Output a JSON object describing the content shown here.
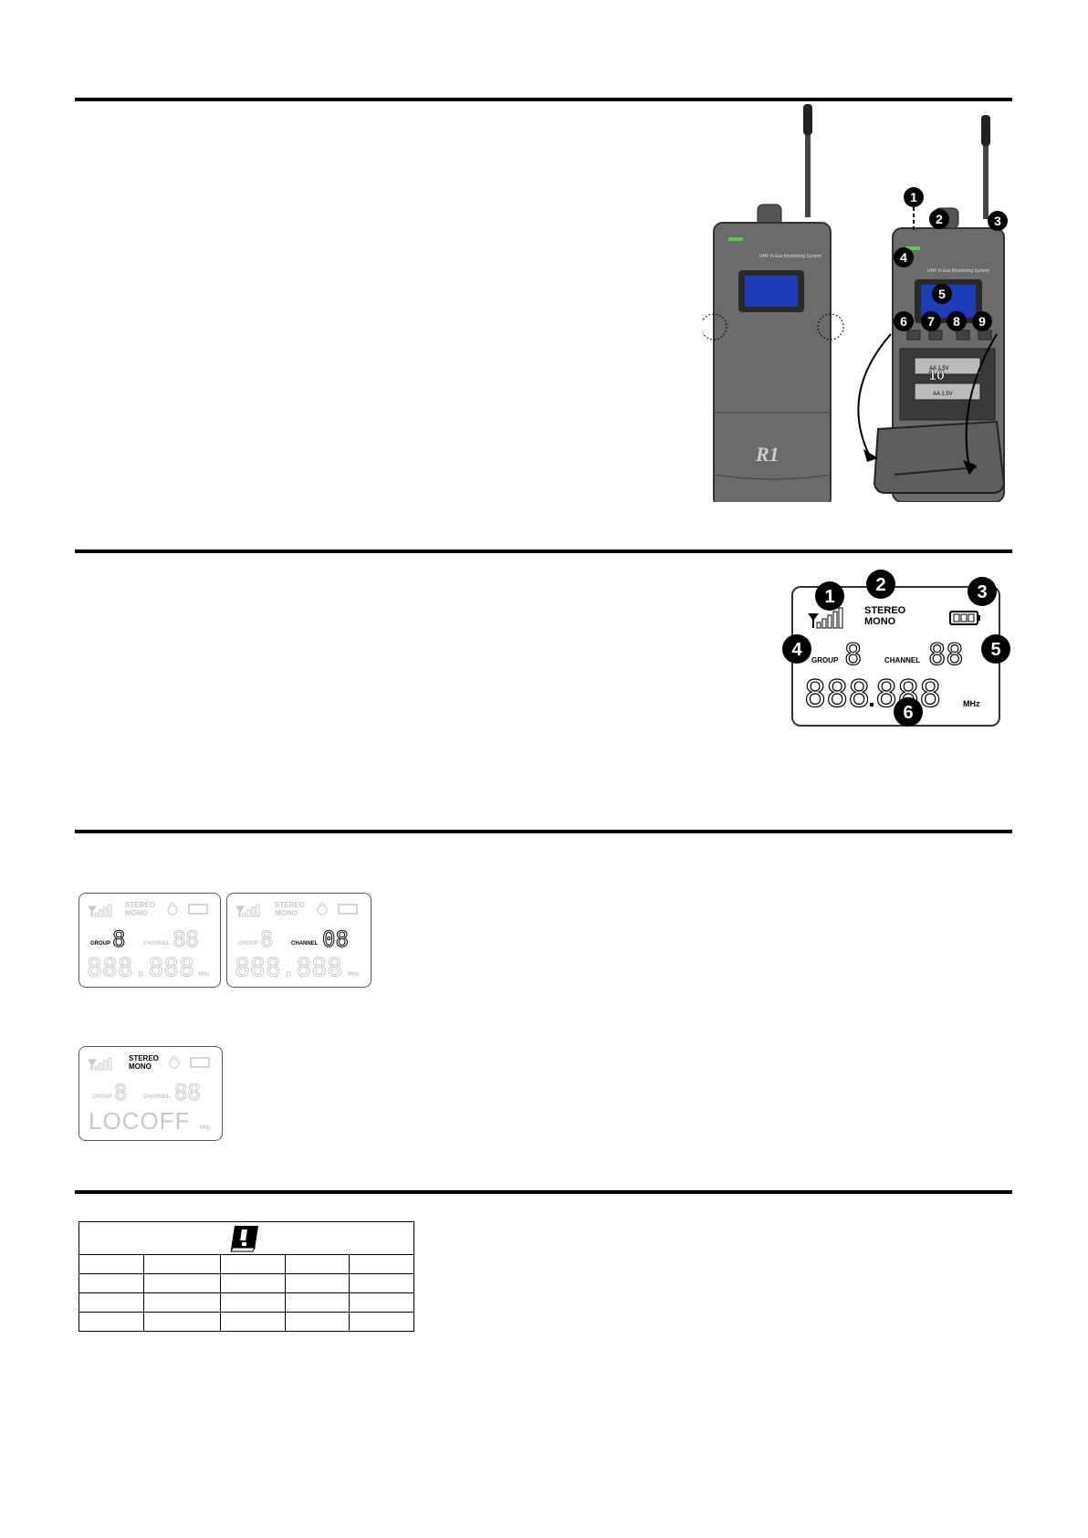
{
  "rx_illustration": {
    "callouts": [
      "1",
      "2",
      "3",
      "4",
      "5",
      "6",
      "7",
      "8",
      "9",
      "10"
    ],
    "device_brand": "R1",
    "device_caption": "UHF In-Ear Monitoring System",
    "battery_label_1": "AA 1.5V",
    "battery_label_2": "AA 1.5V"
  },
  "lcd_diagram": {
    "callouts": [
      "1",
      "2",
      "3",
      "4",
      "5",
      "6"
    ],
    "stereo": "STEREO",
    "mono": "MONO",
    "group": "GROUP",
    "channel": "CHANNEL",
    "group_digit": "8",
    "channel_digits": "88",
    "freq_left": "888",
    "freq_right": "888",
    "unit": "MHz"
  },
  "lcd_group_mode": {
    "stereo": "STEREO",
    "mono": "MONO",
    "group": "GROUP",
    "channel": "CHANNEL",
    "group_digit": "8",
    "channel_digits": "88",
    "freq": "888.888",
    "unit": "MHz"
  },
  "lcd_channel_mode": {
    "stereo": "STEREO",
    "mono": "MONO",
    "group": "GROUP",
    "channel": "CHANNEL",
    "group_digit": "8",
    "channel_digits": "08",
    "freq": "888.888",
    "unit": "MHz"
  },
  "lcd_lock_mode": {
    "stereo": "STEREO",
    "mono": "MONO",
    "group": "GROUP",
    "channel": "CHANNEL",
    "group_digit": "8",
    "channel_digits": "88",
    "lock_text": "LOCOFF",
    "unit": "MHz"
  }
}
